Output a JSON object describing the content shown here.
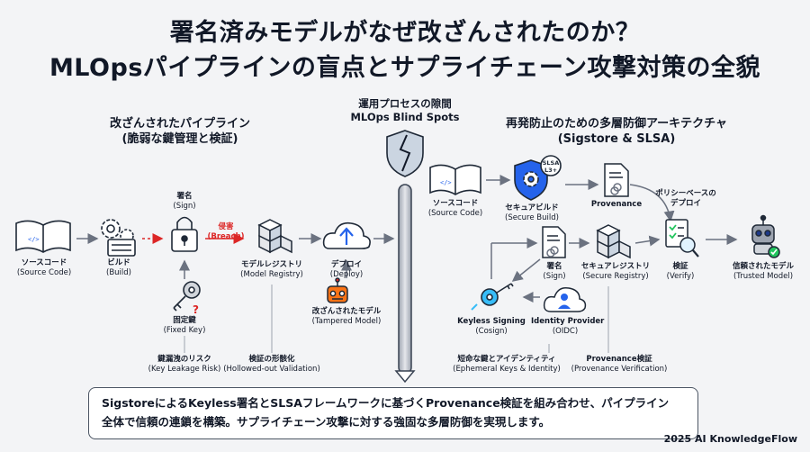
{
  "title": {
    "line1": "署名済みモデルがなぜ改ざんされたのか？",
    "line2": "MLOpsパイプラインの盲点とサプライチェーン攻撃対策の全貌"
  },
  "left": {
    "heading1": "改ざんされたパイプライン",
    "heading2": "(脆弱な鍵管理と検証)",
    "source": [
      "ソースコード",
      "(Source Code)"
    ],
    "build": [
      "ビルド",
      "(Build)"
    ],
    "sign": [
      "署名",
      "(Sign)"
    ],
    "breach": [
      "侵害",
      "(Breach)"
    ],
    "registry": [
      "モデルレジストリ",
      "(Model Registry)"
    ],
    "deploy": [
      "デプロイ",
      "(Deploy)"
    ],
    "fixed_key": [
      "固定鍵",
      "(Fixed Key)"
    ],
    "tampered": [
      "改ざんされたモデル",
      "(Tampered Model)"
    ],
    "leak_risk": [
      "鍵漏洩のリスク",
      "(Key Leakage Risk)"
    ],
    "hollow": [
      "検証の形骸化",
      "(Hollowed-out Validation)"
    ]
  },
  "center": {
    "heading1": "運用プロセスの隙間",
    "heading2": "MLOps Blind Spots"
  },
  "right": {
    "heading1": "再発防止のための多層防御アーキテクチャ",
    "heading2": "(Sigstore & SLSA)",
    "source": [
      "ソースコード",
      "(Source Code)"
    ],
    "secure_build": [
      "セキュアビルド",
      "(Secure Build)"
    ],
    "slsa_badge": [
      "SLSA",
      "L3+"
    ],
    "provenance": "Provenance",
    "policy": [
      "ポリシーベースの",
      "デプロイ"
    ],
    "sign": [
      "署名",
      "(Sign)"
    ],
    "secure_registry": [
      "セキュアレジストリ",
      "(Secure Registry)"
    ],
    "verify": [
      "検証",
      "(Verify)"
    ],
    "trusted": [
      "信頼されたモデル",
      "(Trusted Model)"
    ],
    "keyless": [
      "Keyless Signing",
      "(Cosign)"
    ],
    "idp": [
      "Identity Provider",
      "(OIDC)"
    ],
    "ephemeral": [
      "短命な鍵とアイデンティティ",
      "(Ephemeral Keys & Identity)"
    ],
    "prov_verify": [
      "Provenance検証",
      "(Provenance Verification)"
    ]
  },
  "callout": {
    "line1": "SigstoreによるKeyless署名とSLSAフレームワークに基づくProvenance検証を組み合わせ、パイプライン",
    "line2": "全体で信頼の連鎖を構築。サプライチェーン攻撃に対する強固な多層防御を実現します。"
  },
  "credit": "2025 AI KnowledgeFlow",
  "colors": {
    "accent_blue": "#2563eb",
    "breach_red": "#dc2626",
    "trusted_green": "#22c55e",
    "ink": "#1f2937"
  }
}
